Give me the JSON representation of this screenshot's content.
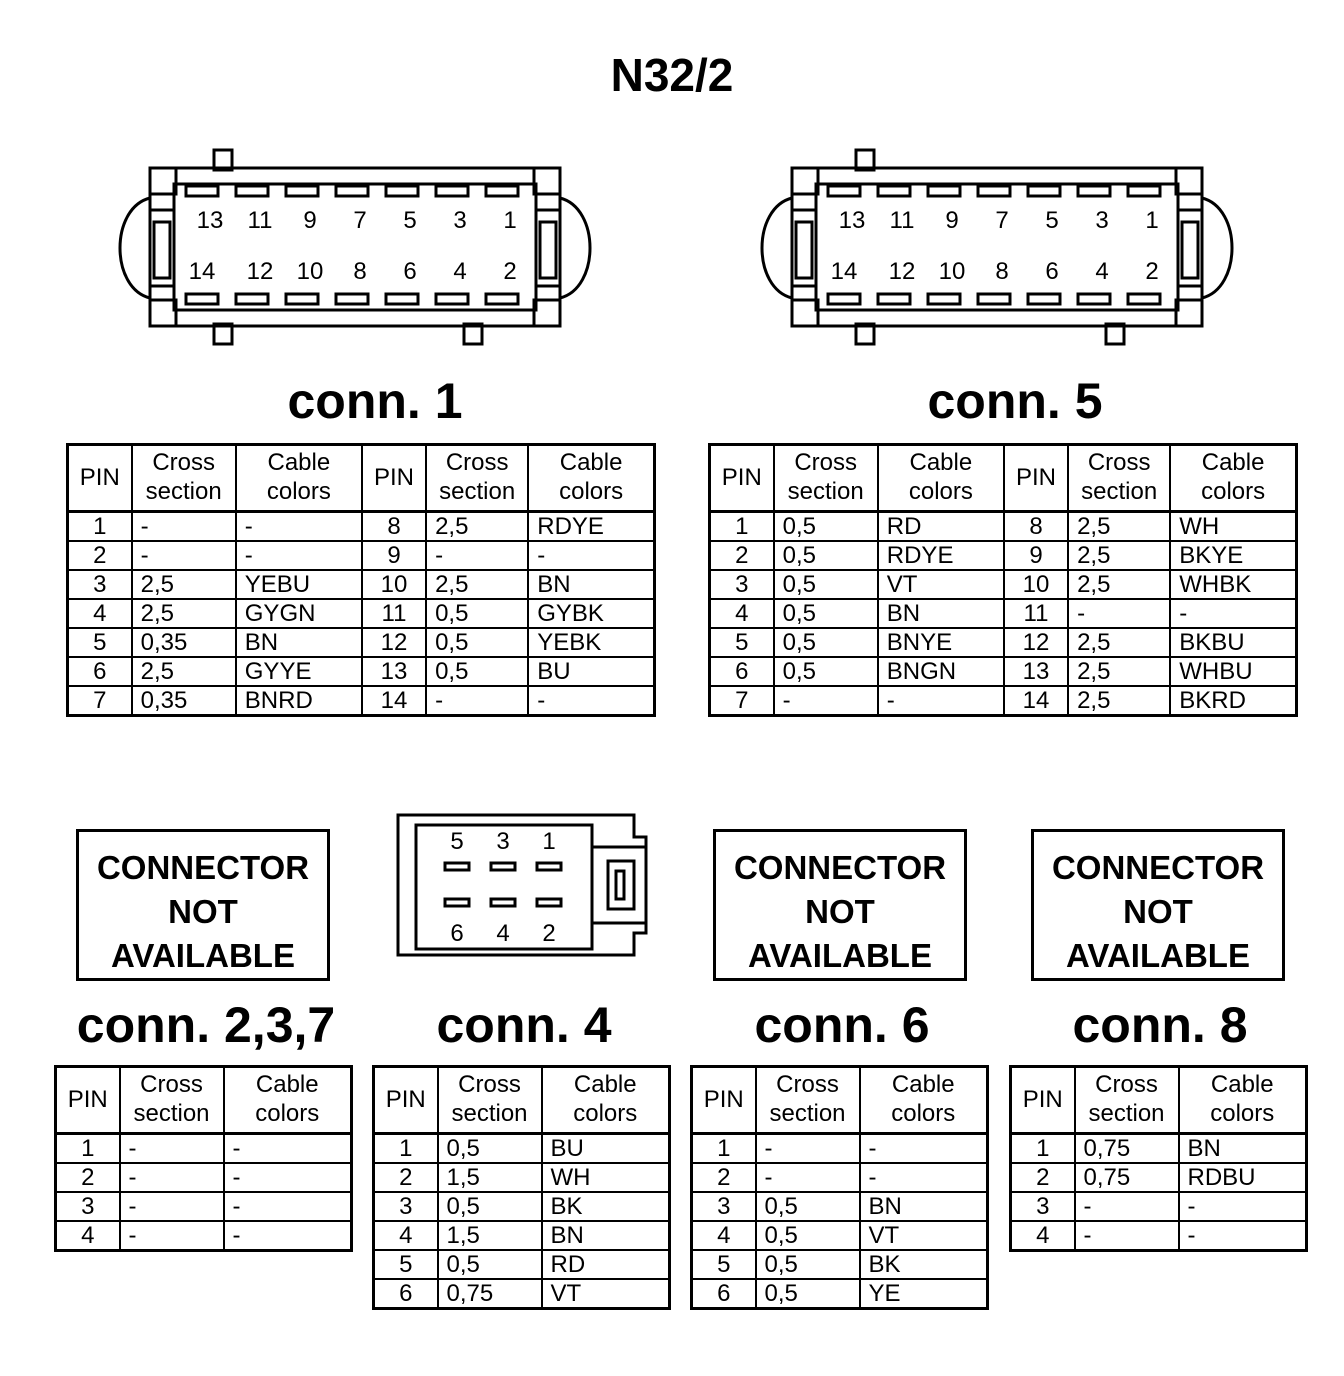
{
  "title": "N32/2",
  "header": {
    "pin": "PIN",
    "cross": "Cross section",
    "colors": "Cable colors"
  },
  "connector_big": {
    "top_pins": [
      "13",
      "11",
      "9",
      "7",
      "5",
      "3",
      "1"
    ],
    "bottom_pins": [
      "14",
      "12",
      "10",
      "8",
      "6",
      "4",
      "2"
    ]
  },
  "connector_small": {
    "top_pins": [
      "5",
      "3",
      "1"
    ],
    "bottom_pins": [
      "6",
      "4",
      "2"
    ]
  },
  "not_available": [
    "CONNECTOR",
    "NOT",
    "AVAILABLE"
  ],
  "conn1": {
    "label": "conn. 1",
    "left": [
      [
        "1",
        "-",
        "-"
      ],
      [
        "2",
        "-",
        "-"
      ],
      [
        "3",
        "2,5",
        "YEBU"
      ],
      [
        "4",
        "2,5",
        "GYGN"
      ],
      [
        "5",
        "0,35",
        "BN"
      ],
      [
        "6",
        "2,5",
        "GYYE"
      ],
      [
        "7",
        "0,35",
        "BNRD"
      ]
    ],
    "right": [
      [
        "8",
        "2,5",
        "RDYE"
      ],
      [
        "9",
        "-",
        "-"
      ],
      [
        "10",
        "2,5",
        "BN"
      ],
      [
        "11",
        "0,5",
        "GYBK"
      ],
      [
        "12",
        "0,5",
        "YEBK"
      ],
      [
        "13",
        "0,5",
        "BU"
      ],
      [
        "14",
        "-",
        "-"
      ]
    ]
  },
  "conn5": {
    "label": "conn. 5",
    "left": [
      [
        "1",
        "0,5",
        "RD"
      ],
      [
        "2",
        "0,5",
        "RDYE"
      ],
      [
        "3",
        "0,5",
        "VT"
      ],
      [
        "4",
        "0,5",
        "BN"
      ],
      [
        "5",
        "0,5",
        "BNYE"
      ],
      [
        "6",
        "0,5",
        "BNGN"
      ],
      [
        "7",
        "-",
        "-"
      ]
    ],
    "right": [
      [
        "8",
        "2,5",
        "WH"
      ],
      [
        "9",
        "2,5",
        "BKYE"
      ],
      [
        "10",
        "2,5",
        "WHBK"
      ],
      [
        "11",
        "-",
        "-"
      ],
      [
        "12",
        "2,5",
        "BKBU"
      ],
      [
        "13",
        "2,5",
        "WHBU"
      ],
      [
        "14",
        "2,5",
        "BKRD"
      ]
    ]
  },
  "conn237": {
    "label": "conn. 2,3,7",
    "rows": [
      [
        "1",
        "-",
        "-"
      ],
      [
        "2",
        "-",
        "-"
      ],
      [
        "3",
        "-",
        "-"
      ],
      [
        "4",
        "-",
        "-"
      ]
    ]
  },
  "conn4": {
    "label": "conn. 4",
    "rows": [
      [
        "1",
        "0,5",
        "BU"
      ],
      [
        "2",
        "1,5",
        "WH"
      ],
      [
        "3",
        "0,5",
        "BK"
      ],
      [
        "4",
        "1,5",
        "BN"
      ],
      [
        "5",
        "0,5",
        "RD"
      ],
      [
        "6",
        "0,75",
        "VT"
      ]
    ]
  },
  "conn6": {
    "label": "conn. 6",
    "rows": [
      [
        "1",
        "-",
        "-"
      ],
      [
        "2",
        "-",
        "-"
      ],
      [
        "3",
        "0,5",
        "BN"
      ],
      [
        "4",
        "0,5",
        "VT"
      ],
      [
        "5",
        "0,5",
        "BK"
      ],
      [
        "6",
        "0,5",
        "YE"
      ]
    ]
  },
  "conn8": {
    "label": "conn. 8",
    "rows": [
      [
        "1",
        "0,75",
        "BN"
      ],
      [
        "2",
        "0,75",
        "RDBU"
      ],
      [
        "3",
        "-",
        "-"
      ],
      [
        "4",
        "-",
        "-"
      ]
    ]
  }
}
